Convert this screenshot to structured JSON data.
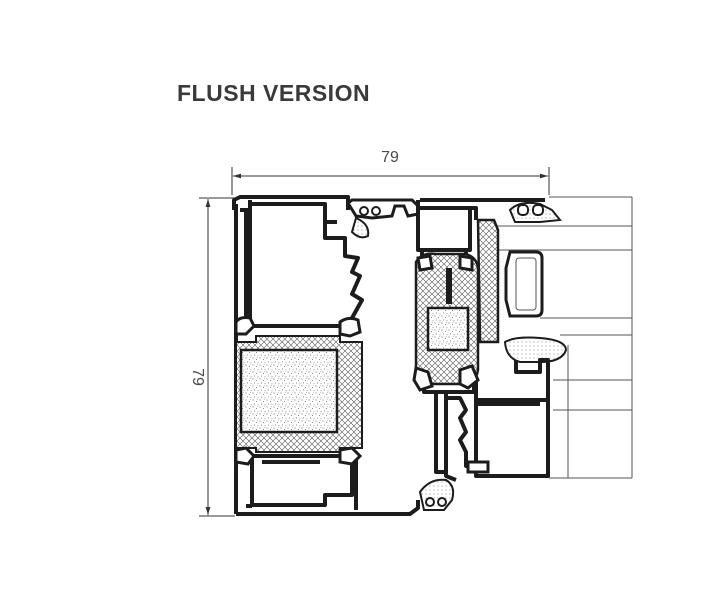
{
  "title": "FLUSH VERSION",
  "dimensions": {
    "width_label": "79",
    "height_label": "79"
  },
  "colors": {
    "profile": "#1c1c1c",
    "line": "#222222",
    "dimension": "#333333",
    "text": "#3a3a3a",
    "insulation_fill": "#ffffff",
    "hatch": "#444444"
  }
}
